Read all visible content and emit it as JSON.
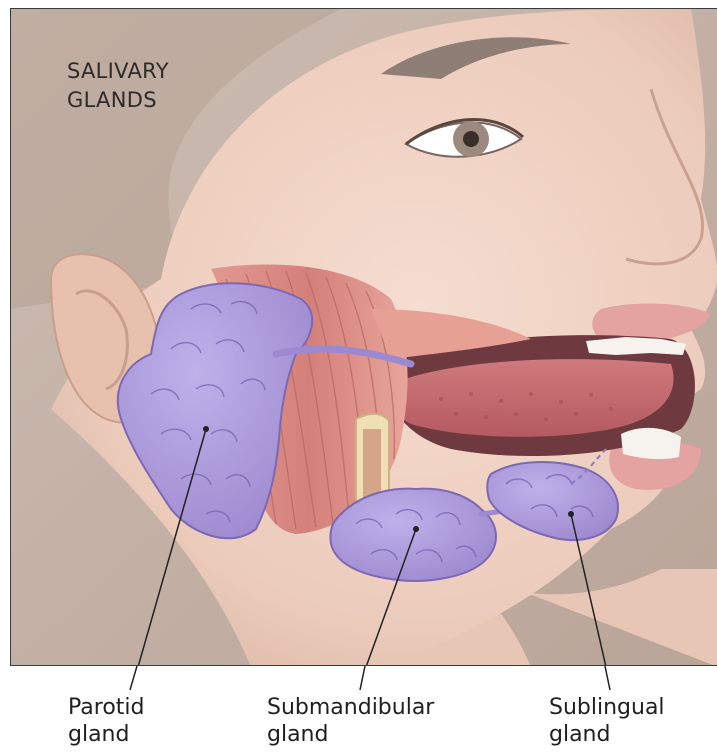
{
  "title": {
    "line1": "SALIVARY",
    "line2": "GLANDS"
  },
  "labels": [
    {
      "line1": "Parotid",
      "line2": "gland"
    },
    {
      "line1": "Submandibular",
      "line2": "gland"
    },
    {
      "line1": "Sublingual",
      "line2": "gland"
    }
  ],
  "colors": {
    "skin": "#f0d4c6",
    "gland": "#a995d6",
    "muscle": "#d98c83",
    "tongue": "#c56b70",
    "background": "#c3b2a7"
  }
}
